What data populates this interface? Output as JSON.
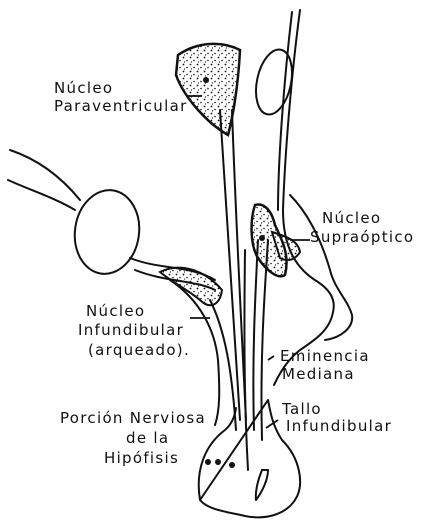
{
  "labels": {
    "paraventricular_line1": "Núcleo",
    "paraventricular_line2": "Paraventricular",
    "supraoptico_line1": "Núcleo",
    "supraoptico_line2": "Supraóptico",
    "infundibular_line1": "Núcleo",
    "infundibular_line2": "Infundibular",
    "infundibular_line3": "(arqueado).",
    "eminencia_line1": "Eminencia",
    "eminencia_line2": "Mediana",
    "tallo_line1": "Tallo",
    "tallo_line2": "Infundibular",
    "porcion_line1": "Porción Nerviosa",
    "porcion_line2": "de la",
    "porcion_line3": "Hipófisis"
  },
  "colors": {
    "ink": "#111111",
    "paper": "#ffffff"
  }
}
